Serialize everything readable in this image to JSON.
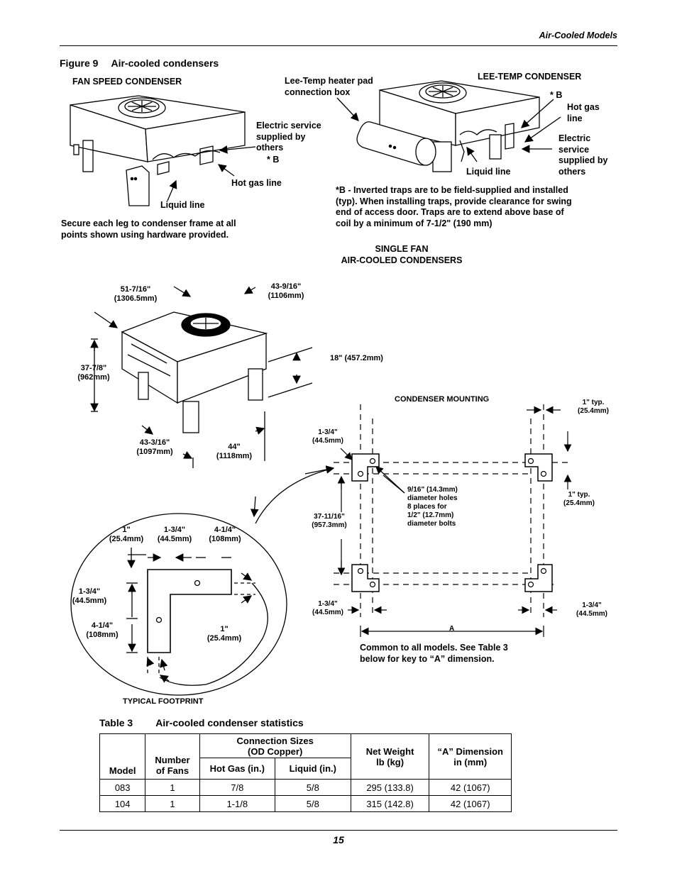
{
  "header": {
    "section": "Air-Cooled Models"
  },
  "figure": {
    "number": "Figure 9",
    "title": "Air-cooled condensers",
    "fan_speed": {
      "heading": "FAN SPEED CONDENSER",
      "electric": [
        "Electric service",
        "supplied by",
        "others"
      ],
      "b_mark": "* B",
      "hot_gas": "Hot gas line",
      "liquid": "Liquid line",
      "secure_note": [
        "Secure each leg to condenser frame at all",
        "points shown using hardware provided."
      ]
    },
    "lee_temp": {
      "heading": "LEE-TEMP CONDENSER",
      "heater": [
        "Lee-Temp heater pad",
        "connection box"
      ],
      "b_mark": "* B",
      "hot_gas": [
        "Hot gas",
        "line"
      ],
      "electric": [
        "Electric",
        "service",
        "supplied by",
        "others"
      ],
      "liquid": "Liquid line",
      "b_note": [
        "*B - Inverted traps are to be field-supplied and installed",
        "(typ). When installing traps, provide clearance for swing",
        "end of access door. Traps are to extend above base of",
        "coil by a minimum of 7-1/2\" (190 mm)"
      ]
    },
    "single_fan": [
      "SINGLE FAN",
      "AIR-COOLED CONDENSERS"
    ],
    "dimensions": {
      "d1": [
        "51-7/16\"",
        "(1306.5mm)"
      ],
      "d2": [
        "43-9/16\"",
        "(1106mm)"
      ],
      "d3": [
        "37-7/8\"",
        "(962mm)"
      ],
      "d4": "18\" (457.2mm)",
      "d5": [
        "43-3/16\"",
        "(1097mm)"
      ],
      "d6": [
        "44\"",
        "(1118mm)"
      ]
    },
    "mounting": {
      "heading": "CONDENSER MOUNTING",
      "typ_top": [
        "1\" typ.",
        "(25.4mm)"
      ],
      "top_left": [
        "1-3/4\"",
        "(44.5mm)"
      ],
      "holes": [
        "9/16\" (14.3mm)",
        "diameter holes",
        "8 places for",
        "1/2\" (12.7mm)",
        "diameter bolts"
      ],
      "typ_right": [
        "1\" typ.",
        "(25.4mm)"
      ],
      "left_dim": [
        "37-11/16\"",
        "(957.3mm)"
      ],
      "bottom_left": [
        "1-3/4\"",
        "(44.5mm)"
      ],
      "bottom_right": [
        "1-3/4\"",
        "(44.5mm)"
      ],
      "a_label": "A",
      "common": [
        "Common to all models. See Table 3",
        "below for key to “A” dimension."
      ]
    },
    "footprint": {
      "d_1in": [
        "1\"",
        "(25.4mm)"
      ],
      "d_134": [
        "1-3/4\"",
        "(44.5mm)"
      ],
      "d_414": [
        "4-1/4\"",
        "(108mm)"
      ],
      "left_134": [
        "1-3/4\"",
        "(44.5mm)"
      ],
      "left_414": [
        "4-1/4\"",
        "(108mm)"
      ],
      "right_1in": [
        "1\"",
        "(25.4mm)"
      ],
      "caption": "TYPICAL FOOTPRINT"
    }
  },
  "table": {
    "number": "Table 3",
    "title": "Air-cooled condenser statistics",
    "headers": {
      "model": "Model",
      "fans": [
        "Number",
        "of Fans"
      ],
      "conn": [
        "Connection Sizes",
        "(OD Copper)"
      ],
      "hot_gas": "Hot Gas (in.)",
      "liquid": "Liquid (in.)",
      "weight": [
        "Net Weight",
        "lb (kg)"
      ],
      "a_dim": [
        "“A” Dimension",
        "in (mm)"
      ]
    },
    "rows": [
      [
        "083",
        "1",
        "7/8",
        "5/8",
        "295 (133.8)",
        "42 (1067)"
      ],
      [
        "104",
        "1",
        "1-1/8",
        "5/8",
        "315 (142.8)",
        "42 (1067)"
      ]
    ]
  },
  "footer": {
    "page": "15"
  }
}
